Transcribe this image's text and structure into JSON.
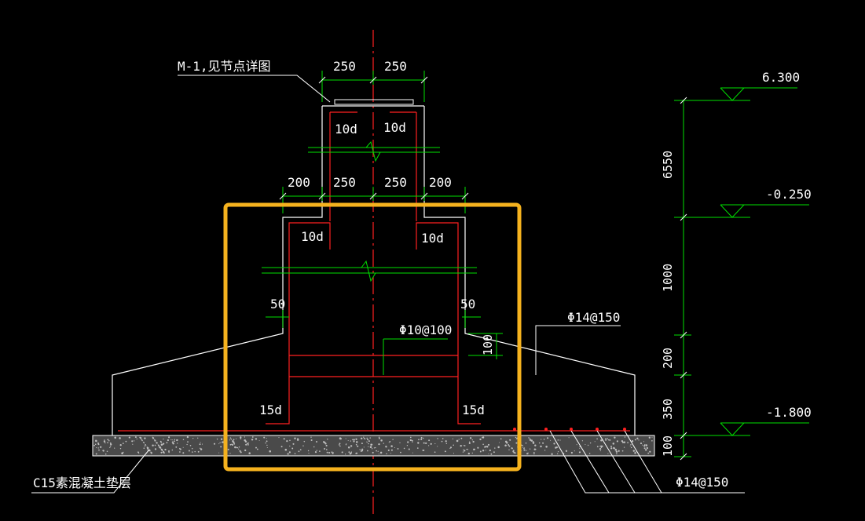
{
  "colors": {
    "background": "#000000",
    "outline": "#ffffff",
    "rebar": "#ff2020",
    "dimension": "#00e000",
    "centerline": "#ff2020",
    "highlight": "#f5b21e"
  },
  "labels": {
    "detail_note": "M-1,见节点详图",
    "cushion_note": "C15素混凝土垫层",
    "stirrup": "Φ10@100",
    "rebar_right_top": "Φ14@150",
    "rebar_right_bottom": "Φ14@150",
    "anchor_10d_1": "10d",
    "anchor_10d_2": "10d",
    "anchor_10d_3": "10d",
    "anchor_10d_4": "10d",
    "anchor_15d_left": "15d",
    "anchor_15d_right": "15d"
  },
  "dimensions": {
    "top_left": "250",
    "top_right": "250",
    "mid_1": "200",
    "mid_2": "250",
    "mid_3": "250",
    "mid_4": "200",
    "cover_left": "50",
    "cover_right": "50",
    "cover_vertical": "100"
  },
  "vertical_dims": [
    "6550",
    "1000",
    "200",
    "350",
    "100"
  ],
  "elevations": [
    "6.300",
    "-0.250",
    "-1.800"
  ]
}
